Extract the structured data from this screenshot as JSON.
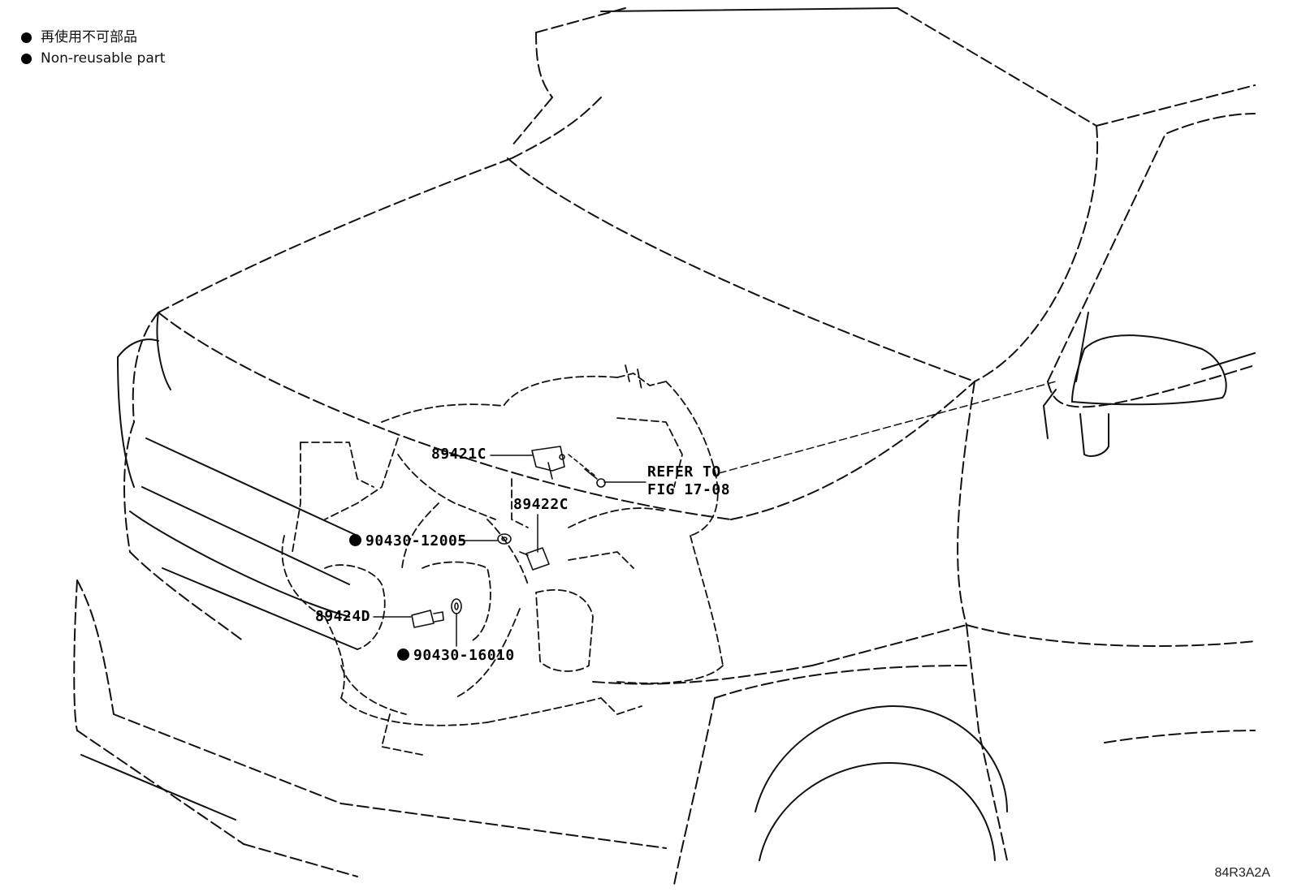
{
  "legend": {
    "line1": "再使用不可部品",
    "line2": "Non-reusable part"
  },
  "callouts": {
    "p89421c": "89421C",
    "p89422c": "89422C",
    "p89424d": "89424D",
    "p90430_12005": "90430-12005",
    "p90430_16010": "90430-16010",
    "refer_line1": "REFER TO",
    "refer_line2": "FIG 17-08"
  },
  "figure_code": "84R3A2A"
}
